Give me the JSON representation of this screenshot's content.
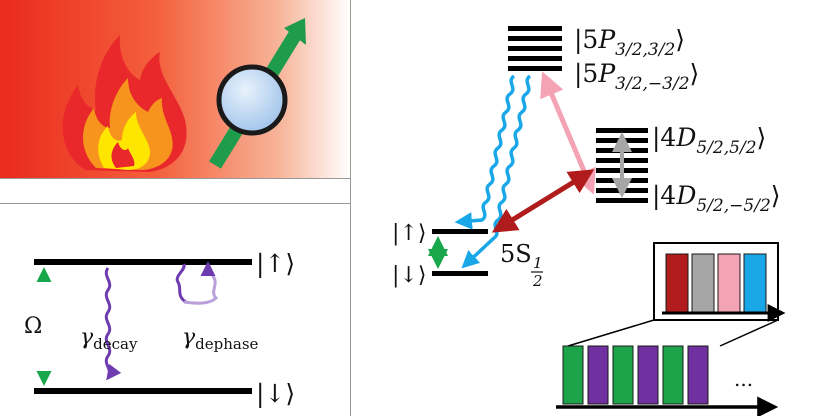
{
  "panels": {
    "thermal": {
      "colors": {
        "hot": "#ea2a1e",
        "warm": "#f7b59a",
        "fade": "#ffffff",
        "flame_outer": "#e8282a",
        "flame_mid": "#f7941d",
        "flame_inner": "#ffe600",
        "spin_arrow": "#1e9c4b",
        "atom": "#bcd6f2"
      }
    },
    "two_level": {
      "top_ket": "|↑⟩",
      "bottom_ket": "|↓⟩",
      "rabi": "Ω",
      "decay_symbol": "γ",
      "decay_sub": "decay",
      "dephase_symbol": "γ",
      "dephase_sub": "dephase",
      "colors": {
        "rabi": "#18a84b",
        "decay": "#6e3bb0"
      }
    },
    "level_scheme": {
      "p_top": {
        "open": "|5",
        "letter": "P",
        "sub": "3/2,3/2",
        "close": "⟩"
      },
      "p_bottom": {
        "open": "|5",
        "letter": "P",
        "sub": "3/2,−3/2",
        "close": "⟩"
      },
      "d_top": {
        "open": "|4",
        "letter": "D",
        "sub": "5/2,5/2",
        "close": "⟩"
      },
      "d_bottom": {
        "open": "|4",
        "letter": "D",
        "sub": "5/2,−5/2",
        "close": "⟩"
      },
      "ground_up": "|↑⟩",
      "ground_down": "|↓⟩",
      "s_label": "5S",
      "s_sub_num": "1",
      "s_sub_den": "2",
      "colors": {
        "spont": "#1aa7e8",
        "red_laser": "#b01c1c",
        "pink_laser": "#f4a3b4",
        "grey": "#a6a6a6",
        "green": "#18a84b"
      }
    },
    "pulse_sequence": {
      "ellipsis": "...",
      "inset_colors": [
        "#b01c1c",
        "#a6a6a6",
        "#f4a3b4",
        "#1aa7e8"
      ],
      "main_colors": [
        "#1da44a",
        "#7030a0",
        "#1da44a",
        "#7030a0",
        "#1da44a",
        "#7030a0"
      ]
    }
  }
}
